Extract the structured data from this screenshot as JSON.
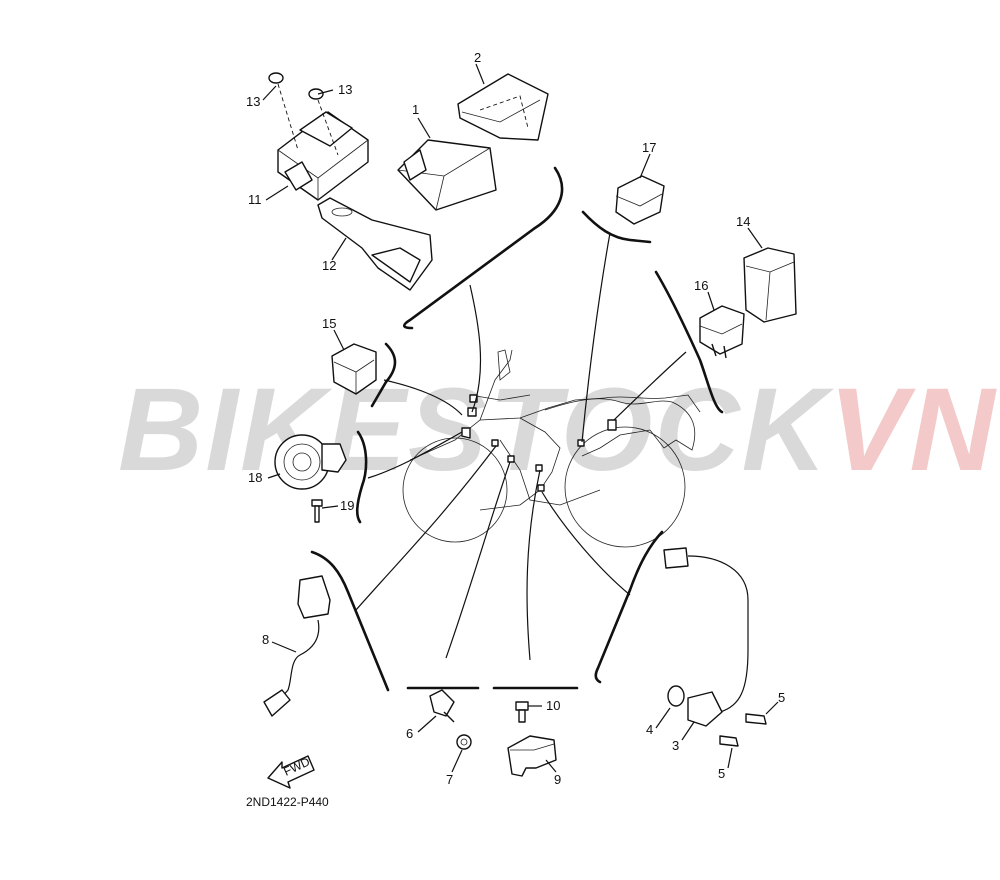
{
  "watermark": {
    "part1": "BIKESTOCK",
    "part2": "VN",
    "color1": "#d9d9d9",
    "color2": "#f3c9c9"
  },
  "callouts": [
    "1",
    "2",
    "3",
    "4",
    "5",
    "5",
    "6",
    "7",
    "8",
    "9",
    "10",
    "11",
    "12",
    "13",
    "13",
    "14",
    "15",
    "16",
    "17",
    "18",
    "19"
  ],
  "fwd_label": "FWD",
  "diagram_code": "2ND1422-P440"
}
